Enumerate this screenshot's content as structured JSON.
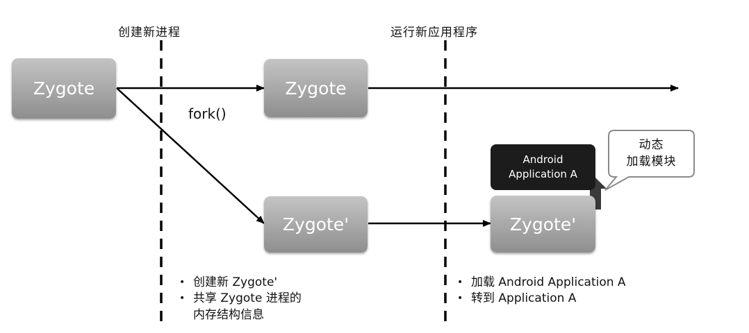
{
  "phases": {
    "create_label": "创建新进程",
    "run_label": "运行新应用程序"
  },
  "nodes": {
    "zygote_origin": "Zygote",
    "zygote_parent": "Zygote",
    "zygote_child": "Zygote'",
    "zygote_app": "Zygote'"
  },
  "edges": {
    "fork_label": "fork()"
  },
  "app": {
    "line1": "Android",
    "line2": "Application A"
  },
  "callout": {
    "line1": "动态",
    "line2": "加载模块"
  },
  "notes": {
    "create": [
      "创建新 Zygote'",
      "共享 Zygote 进程的"
    ],
    "create_continuation": "内存结构信息",
    "run": [
      "加载 Android Application A",
      "转到 Application A"
    ]
  },
  "colors": {
    "box_top": "#c4c4c4",
    "box_bottom": "#8e8e8e",
    "app_box": "#1c1c1c",
    "arrow_up": "#3a3a3a",
    "line": "#000000"
  }
}
